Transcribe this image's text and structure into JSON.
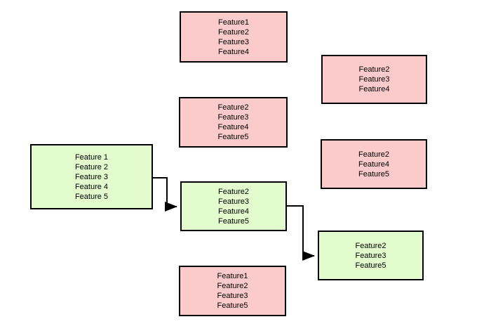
{
  "diagram": {
    "type": "feature-model-flow",
    "background": "#ffffff"
  },
  "colors": {
    "pink": "#fbcbcb",
    "green": "#e3fccd",
    "border": "#000000",
    "connector": "#000000"
  },
  "boxes": [
    {
      "id": "box-top-center",
      "fill": "pink",
      "lines": [
        "Feature1",
        "Feature2",
        "Feature3",
        "Feature4"
      ]
    },
    {
      "id": "box-right-top",
      "fill": "pink",
      "lines": [
        "Feature2",
        "Feature3",
        "Feature4"
      ]
    },
    {
      "id": "box-mid-center",
      "fill": "pink",
      "lines": [
        "Feature2",
        "Feature3",
        "Feature4",
        "Feature5"
      ]
    },
    {
      "id": "box-left-root",
      "fill": "green",
      "lines": [
        "Feature 1",
        "Feature 2",
        "Feature 3",
        "Feature 4",
        "Feature 5"
      ]
    },
    {
      "id": "box-center-green",
      "fill": "green",
      "lines": [
        "Feature2",
        "Feature3",
        "Feature4",
        "Feature5"
      ]
    },
    {
      "id": "box-right-mid",
      "fill": "pink",
      "lines": [
        "Feature2",
        "Feature4",
        "Feature5"
      ]
    },
    {
      "id": "box-right-bottom",
      "fill": "green",
      "lines": [
        "Feature2",
        "Feature3",
        "Feature5"
      ]
    },
    {
      "id": "box-bottom-center",
      "fill": "pink",
      "lines": [
        "Feature1",
        "Feature2",
        "Feature3",
        "Feature5"
      ]
    }
  ],
  "edges": [
    {
      "from": "box-left-root",
      "to": "box-center-green",
      "style": "elbow-arrow"
    },
    {
      "from": "box-center-green",
      "to": "box-right-bottom",
      "style": "elbow-arrow"
    }
  ]
}
